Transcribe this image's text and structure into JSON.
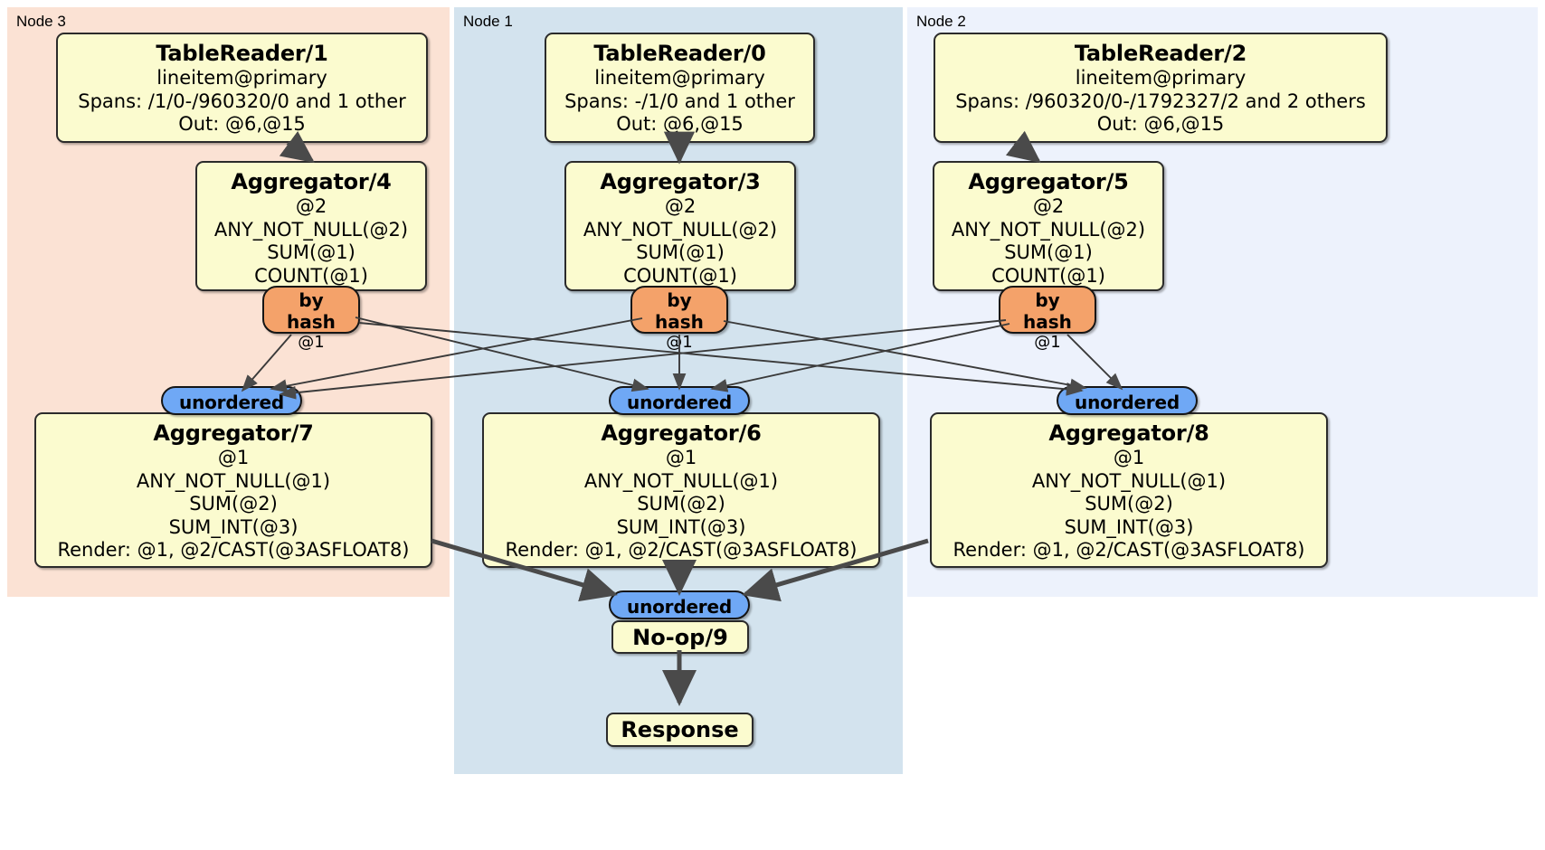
{
  "diagram": {
    "type": "distributed-query-plan",
    "colors": {
      "node3_panel": "#fbe2d4",
      "node1_panel": "#d3e3ee",
      "node2_panel": "#edf2fc",
      "processor_box": "#fbfbcf",
      "hash_router": "#f4a26a",
      "unordered_synchronizer": "#6fa8f5",
      "edge": "#4a4a4a",
      "border": "#2b2b2b"
    },
    "panels": [
      {
        "id": "node3",
        "label": "Node 3"
      },
      {
        "id": "node1",
        "label": "Node 1"
      },
      {
        "id": "node2",
        "label": "Node 2"
      }
    ],
    "processors": {
      "tablereader1": {
        "title": "TableReader/1",
        "lines": [
          "lineitem@primary",
          "Spans: /1/0-/960320/0 and 1 other",
          "Out: @6,@15"
        ]
      },
      "tablereader0": {
        "title": "TableReader/0",
        "lines": [
          "lineitem@primary",
          "Spans: -/1/0 and 1 other",
          "Out: @6,@15"
        ]
      },
      "tablereader2": {
        "title": "TableReader/2",
        "lines": [
          "lineitem@primary",
          "Spans: /960320/0-/1792327/2 and 2 others",
          "Out: @6,@15"
        ]
      },
      "aggregator4": {
        "title": "Aggregator/4",
        "lines": [
          "@2",
          "ANY_NOT_NULL(@2)",
          "SUM(@1)",
          "COUNT(@1)"
        ]
      },
      "aggregator3": {
        "title": "Aggregator/3",
        "lines": [
          "@2",
          "ANY_NOT_NULL(@2)",
          "SUM(@1)",
          "COUNT(@1)"
        ]
      },
      "aggregator5": {
        "title": "Aggregator/5",
        "lines": [
          "@2",
          "ANY_NOT_NULL(@2)",
          "SUM(@1)",
          "COUNT(@1)"
        ]
      },
      "aggregator7": {
        "title": "Aggregator/7",
        "lines": [
          "@1",
          "ANY_NOT_NULL(@1)",
          "SUM(@2)",
          "SUM_INT(@3)",
          "Render: @1, @2/CAST(@3ASFLOAT8)"
        ]
      },
      "aggregator6": {
        "title": "Aggregator/6",
        "lines": [
          "@1",
          "ANY_NOT_NULL(@1)",
          "SUM(@2)",
          "SUM_INT(@3)",
          "Render: @1, @2/CAST(@3ASFLOAT8)"
        ]
      },
      "aggregator8": {
        "title": "Aggregator/8",
        "lines": [
          "@1",
          "ANY_NOT_NULL(@1)",
          "SUM(@2)",
          "SUM_INT(@3)",
          "Render: @1, @2/CAST(@3ASFLOAT8)"
        ]
      },
      "noop9": {
        "title": "No-op/9",
        "lines": []
      },
      "response": {
        "title": "Response",
        "lines": []
      }
    },
    "routers": {
      "byhash_left": {
        "title": "by hash",
        "sub": "@1"
      },
      "byhash_center": {
        "title": "by hash",
        "sub": "@1"
      },
      "byhash_right": {
        "title": "by hash",
        "sub": "@1"
      }
    },
    "synchronizers": {
      "unordered_left": {
        "label": "unordered"
      },
      "unordered_center": {
        "label": "unordered"
      },
      "unordered_right": {
        "label": "unordered"
      },
      "unordered_final": {
        "label": "unordered"
      }
    }
  }
}
